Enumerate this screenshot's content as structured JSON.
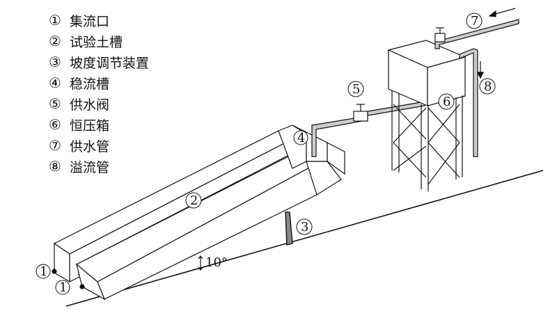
{
  "legend": {
    "items": [
      {
        "num": "①",
        "label": "集流口"
      },
      {
        "num": "②",
        "label": "试验土槽"
      },
      {
        "num": "③",
        "label": "坡度调节装置"
      },
      {
        "num": "④",
        "label": "稳流槽"
      },
      {
        "num": "⑤",
        "label": "供水阀"
      },
      {
        "num": "⑥",
        "label": "恒压箱"
      },
      {
        "num": "⑦",
        "label": "供水管"
      },
      {
        "num": "⑧",
        "label": "溢流管"
      }
    ]
  },
  "callouts": {
    "c1a": "1",
    "c1b": "1",
    "c2": "2",
    "c3": "3",
    "c4": "4",
    "c5": "5",
    "c6": "6",
    "c7": "7",
    "c8": "8"
  },
  "angle_label": "10°"
}
